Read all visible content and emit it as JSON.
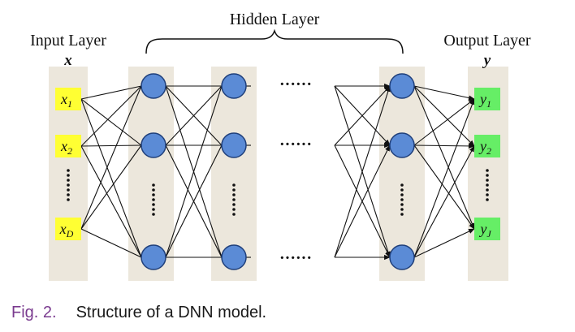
{
  "diagram": {
    "hidden_layer_label": "Hidden Layer",
    "input_layer": {
      "title": "Input Layer",
      "symbol": "x",
      "nodes": [
        {
          "base": "x",
          "sub": "1"
        },
        {
          "base": "x",
          "sub": "2"
        },
        {
          "base": "x",
          "sub": "D"
        }
      ]
    },
    "output_layer": {
      "title": "Output Layer",
      "symbol": "y",
      "nodes": [
        {
          "base": "y",
          "sub": "1"
        },
        {
          "base": "y",
          "sub": "2"
        },
        {
          "base": "y",
          "sub": "J"
        }
      ]
    },
    "ellipsis": "······",
    "colors": {
      "input_box": "#ffff33",
      "output_box": "#66ee66",
      "neuron": "#5b8bd6",
      "neuron_stroke": "#1f3f7a",
      "layer_band": "#ece7dc",
      "caption_label": "#7a3b8f"
    }
  },
  "caption": {
    "label": "Fig. 2.",
    "text": "Structure of a DNN model."
  }
}
